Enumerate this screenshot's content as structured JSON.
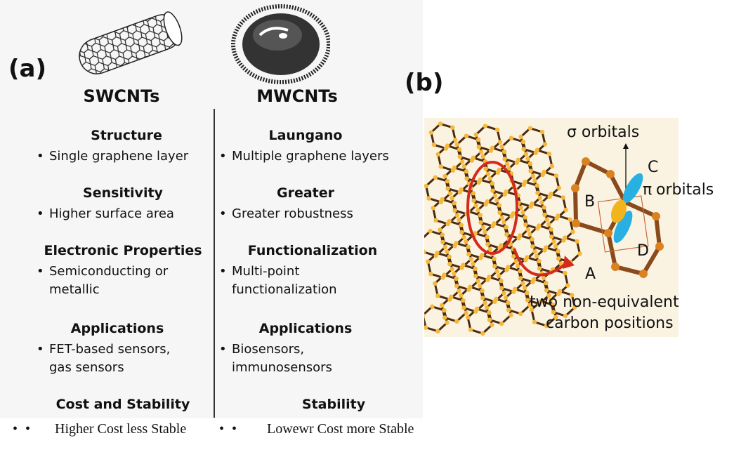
{
  "panel_a": {
    "label": "(a)",
    "left": {
      "title": "SWCNTs",
      "sections": [
        {
          "heading": "Structure",
          "text": "Single graphene layer"
        },
        {
          "heading": "Sensitivity",
          "text": "Higher surface area"
        },
        {
          "heading": "Electronic Properties",
          "text": "Semiconducting or metallic"
        },
        {
          "heading": "Applications",
          "text": "FET-based sensors, gas sensors"
        },
        {
          "heading": "Cost and Stability",
          "text": "Higher Cost less Stable"
        }
      ]
    },
    "right": {
      "title": "MWCNTs",
      "sections": [
        {
          "heading": "Laungano",
          "text": "Multiple graphene layers"
        },
        {
          "heading": "Greater",
          "text": "Greater robustness"
        },
        {
          "heading": "Functionalization",
          "text": "Multi-point functionalization"
        },
        {
          "heading": "Applications",
          "text": "Biosensors, immunosensors"
        },
        {
          "heading": "Stability",
          "text": "Lowewr Cost more Stable"
        }
      ]
    }
  },
  "panel_b": {
    "label": "(b)",
    "sigma": "σ orbitals",
    "pi": "π",
    "pi_label": "orbitals",
    "points": {
      "a": "A",
      "b": "B",
      "c": "C",
      "d": "D"
    },
    "caption_line1": "two non-equivalent",
    "caption_line2": "carbon positions"
  }
}
